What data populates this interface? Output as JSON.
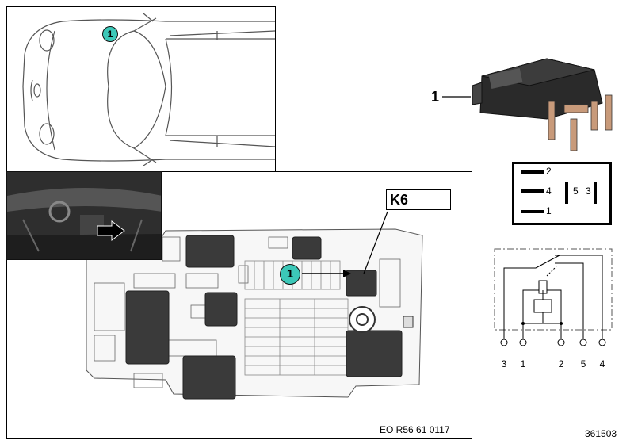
{
  "callouts": {
    "car_callout": "1",
    "fusebox_callout": "1",
    "relay_callout": "1",
    "fusebox_label": "K6"
  },
  "pinout": {
    "pins_left": [
      "2",
      "4",
      "1"
    ],
    "pins_right": [
      "5",
      "3"
    ]
  },
  "schematic": {
    "terminals": [
      "3",
      "1",
      "2",
      "5",
      "4"
    ]
  },
  "footer": {
    "reference": "EO R56 61 0117",
    "diagram_number": "361503"
  },
  "colors": {
    "callout_fill": "#3cc8b8",
    "line": "#000000",
    "relay_body": "#2a2a2a"
  }
}
